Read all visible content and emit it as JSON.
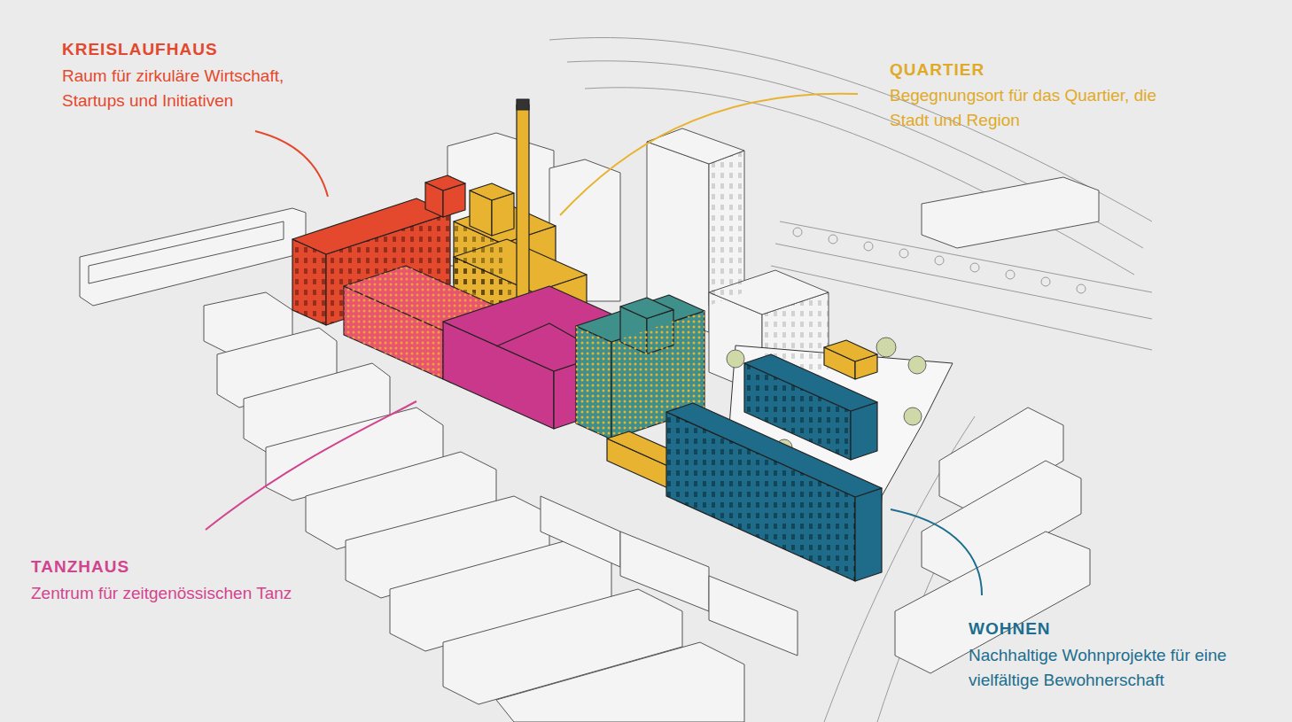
{
  "diagram": {
    "labels": [
      "KREISLAUFHAUS",
      "Raum für zirkuläre Wirtschaft, Startups und Initiativen",
      "QUARTIER",
      "Begegnungsort für das Quartier, die Stadt und Region",
      "TANZHAUS",
      "Zentrum für zeitgenössischen Tanz",
      "WOHNEN",
      "Nachhaltige Wohnprojekte für eine vielfältige Bewohnerschaft"
    ]
  }
}
